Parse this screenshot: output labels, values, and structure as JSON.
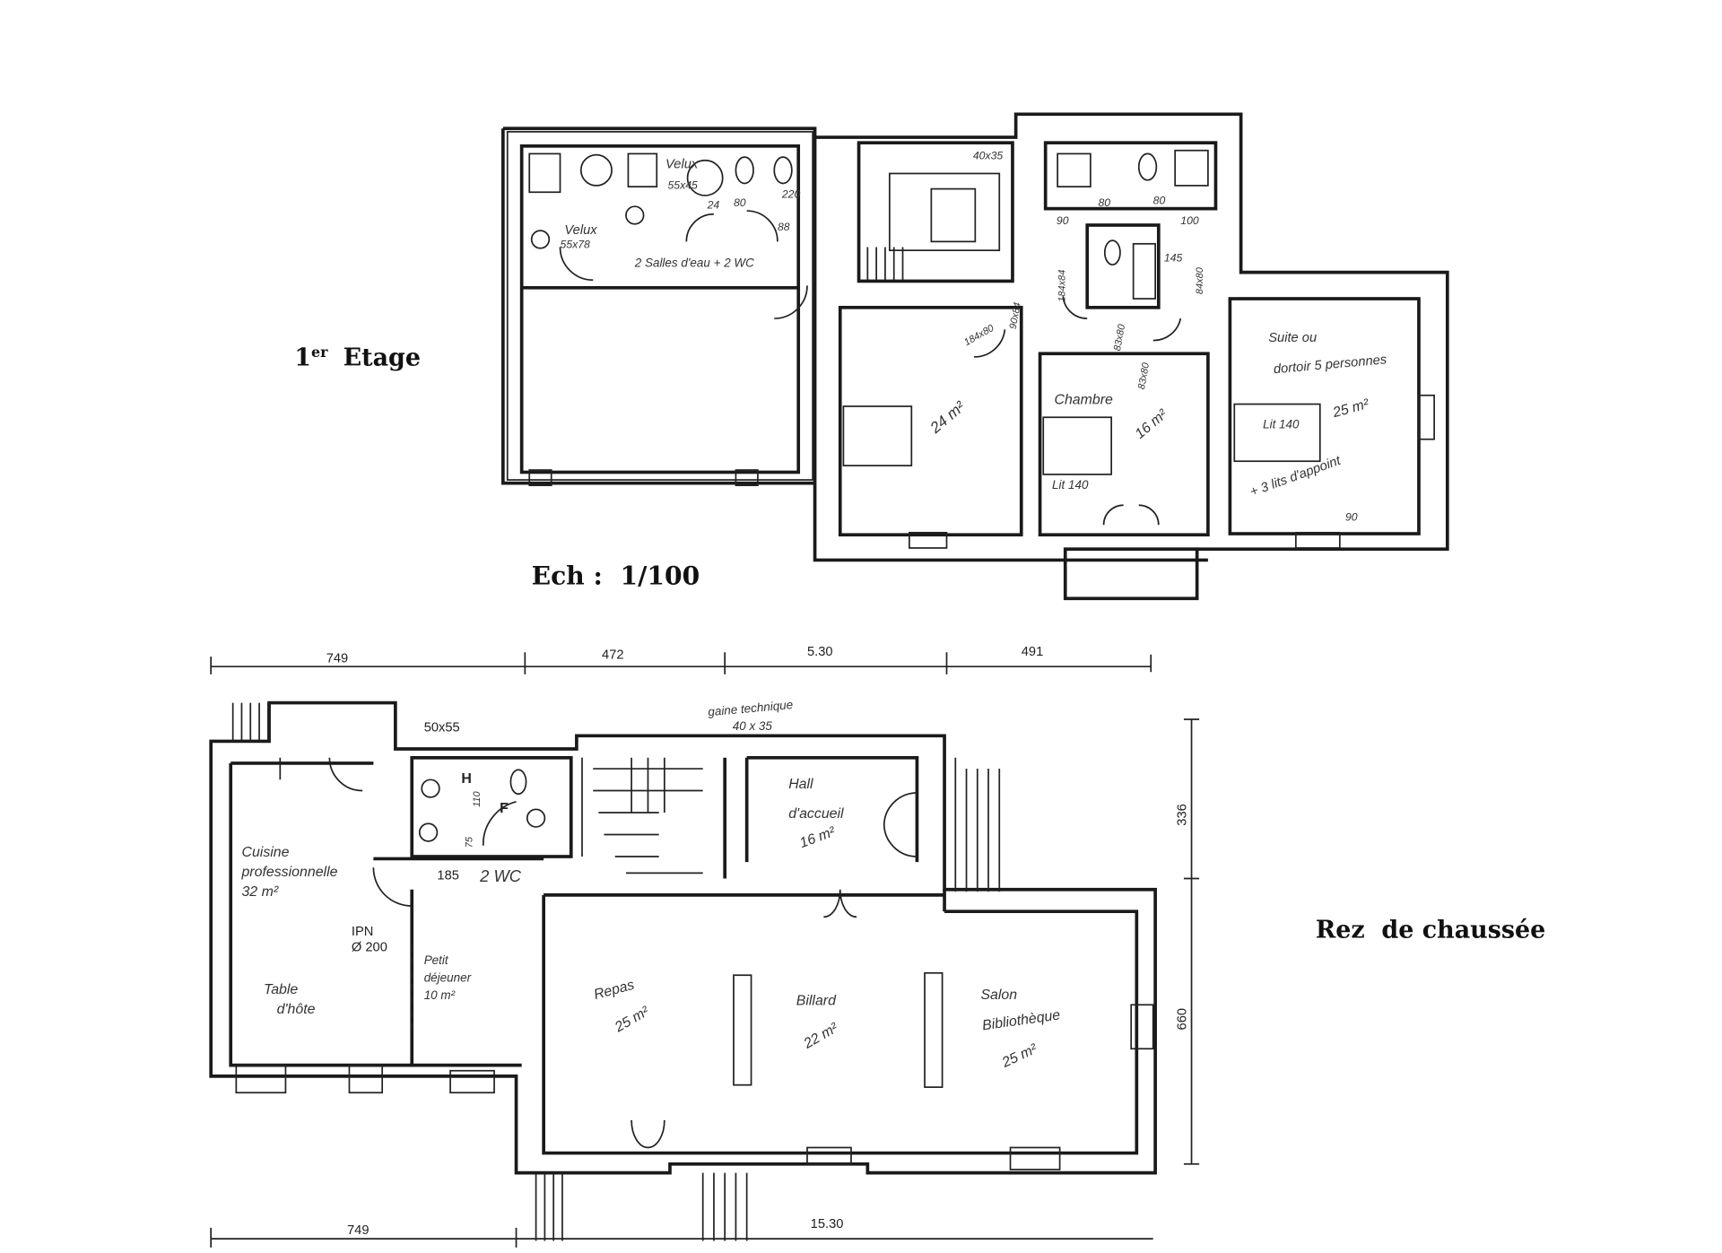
{
  "labels": {
    "upper_floor": "1er Etage",
    "upper_floor_sup": "er",
    "upper_floor_num": "1",
    "upper_floor_word": "Etage",
    "scale": "Ech :  1/100",
    "ground_floor": "Rez  de chaussée"
  },
  "upper_notes": {
    "velux_1": "Velux",
    "velux_1_size": "55x78",
    "velux_2": "Velux",
    "velux_2_size": "55x45",
    "bathrooms": "2 Salles d'eau + 2 WC",
    "d24": "24",
    "d80a": "80",
    "d88": "88",
    "d220": "220",
    "duct": "40x35",
    "d90": "90",
    "d80b": "80",
    "d80c": "80",
    "d100": "100",
    "d145": "145",
    "door_1": "184x80",
    "door_2": "90x84",
    "door_3": "184x84",
    "door_4": "84x80",
    "door_5": "83x80",
    "door_6": "83x80",
    "room_24": "24 m²",
    "chambre": "Chambre",
    "chambre_area": "16 m²",
    "chambre_bed": "Lit 140",
    "suite": "Suite ou",
    "suite_2": "dortoir 5 personnes",
    "suite_area": "25 m²",
    "suite_bed": "Lit 140",
    "suite_extra": "+ 3 lits d'appoint",
    "suite_extra_2": "90"
  },
  "dimensions": {
    "top": [
      "749",
      "472",
      "5.30",
      "491"
    ],
    "right": [
      "336",
      "660"
    ],
    "bottom": [
      "749",
      "15.30"
    ]
  },
  "ground_notes": {
    "vent": "50x55",
    "duct_1": "gaine technique",
    "duct_2": "40 x 35",
    "hall_1": "Hall",
    "hall_2": "d'accueil",
    "hall_area": "16 m²",
    "wc_h": "H",
    "wc_f": "F",
    "d110": "110",
    "d75": "75",
    "d185": "185",
    "wc": "2 WC",
    "kitchen_1": "Cuisine",
    "kitchen_2": "professionnelle",
    "kitchen_area": "32 m²",
    "ipn_1": "IPN",
    "ipn_2": "Ø 200",
    "table_1": "Table",
    "table_2": "d'hôte",
    "breakfast_1": "Petit",
    "breakfast_2": "déjeuner",
    "breakfast_area": "10 m²",
    "repas": "Repas",
    "repas_area": "25 m²",
    "billard": "Billard",
    "billard_area": "22 m²",
    "salon_1": "Salon",
    "salon_2": "Bibliothèque",
    "salon_area": "25 m²"
  }
}
